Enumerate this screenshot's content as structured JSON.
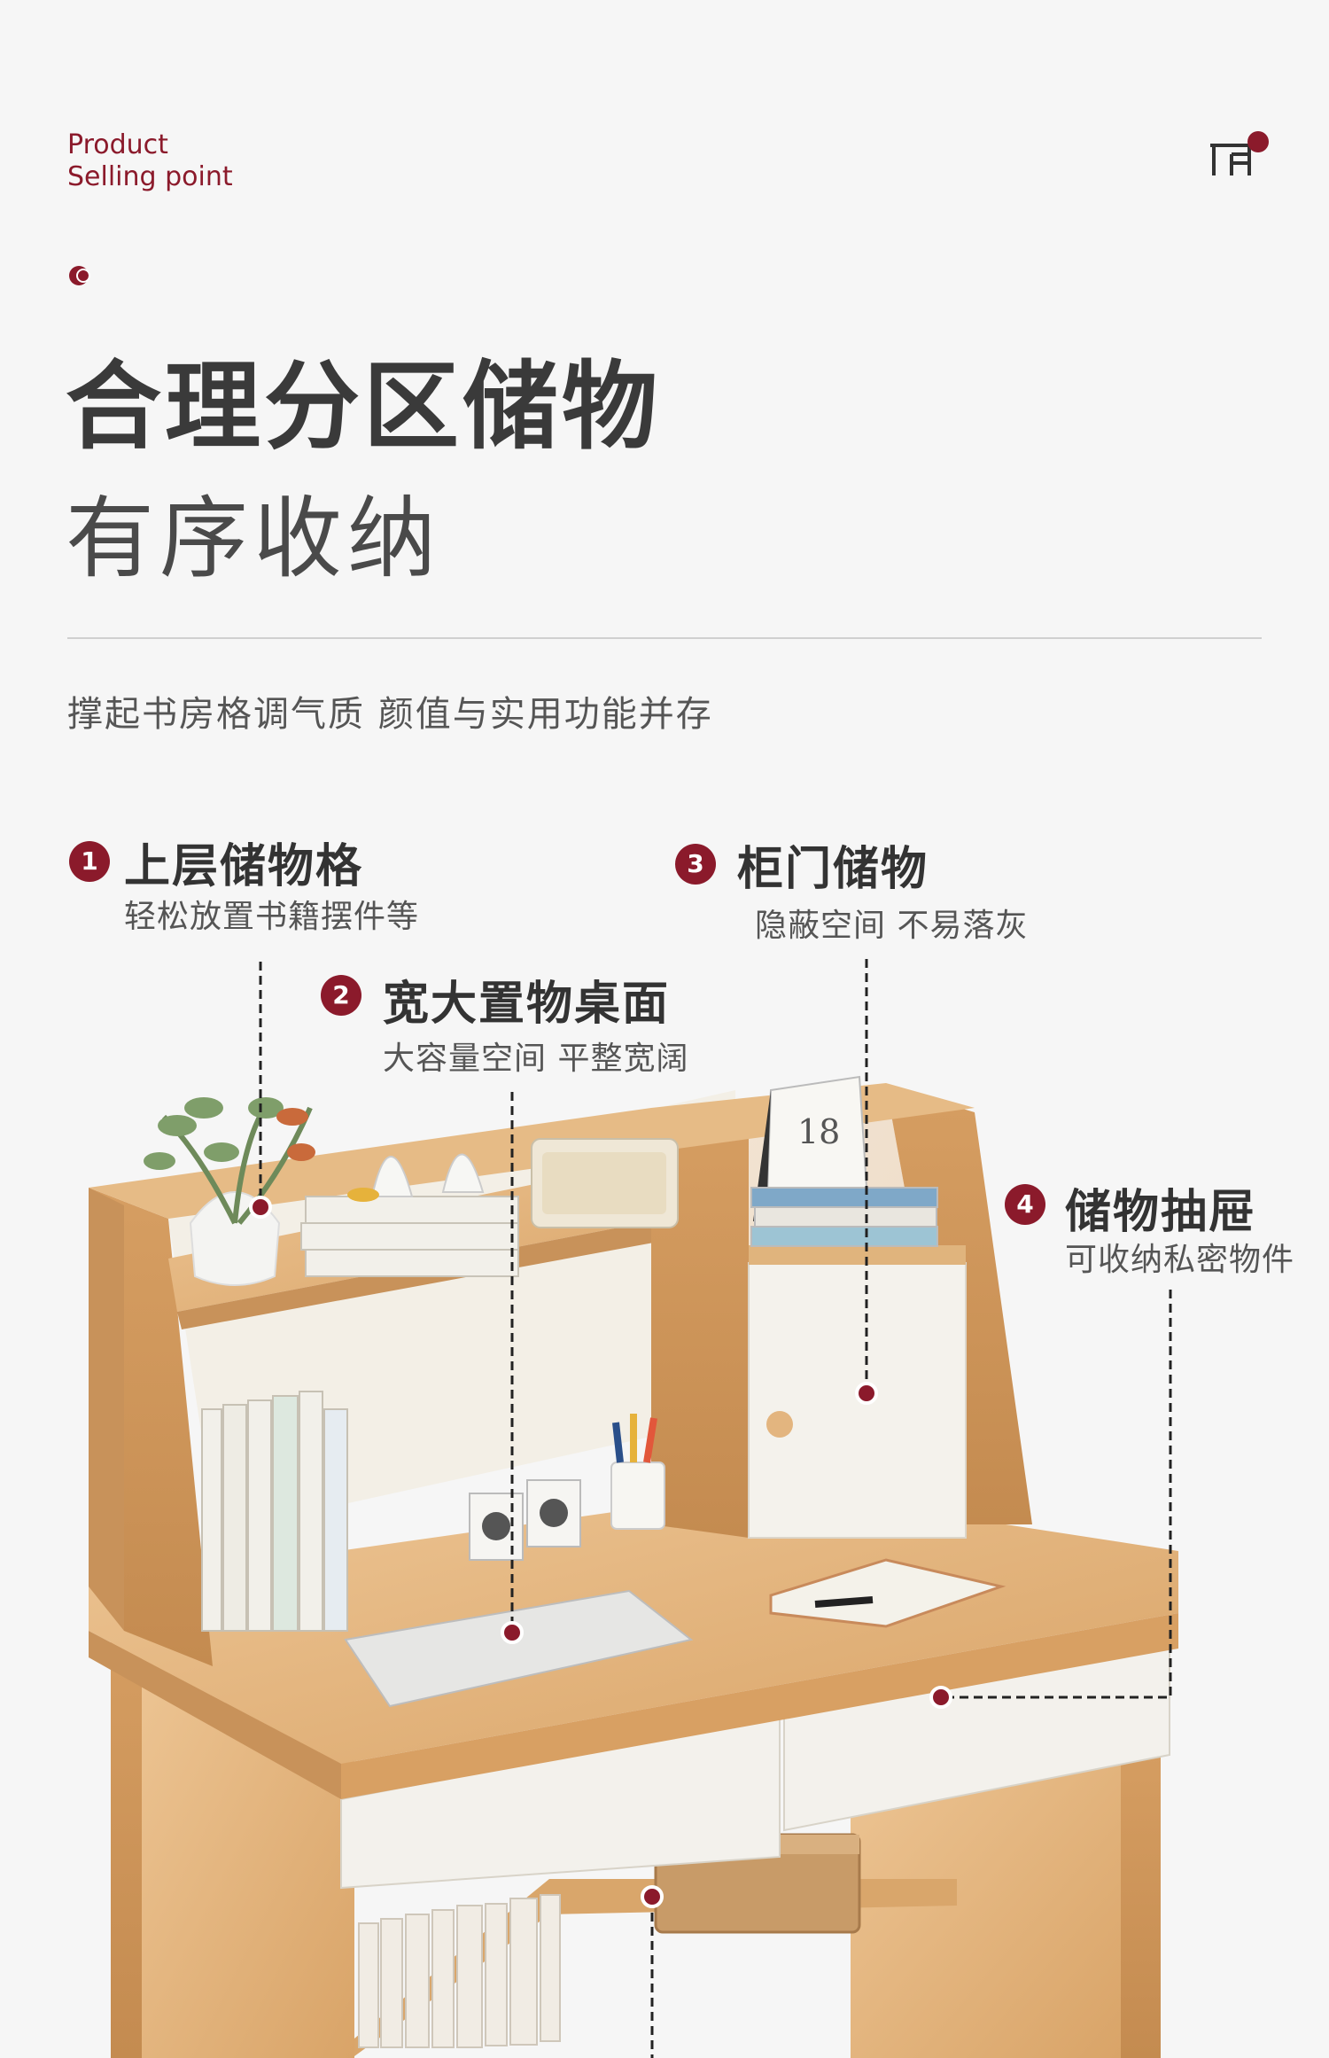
{
  "header": {
    "eyebrow_line1": "Product",
    "eyebrow_line2": "Selling point"
  },
  "headline": {
    "title": "合理分区储物",
    "subtitle": "有序收纳",
    "tagline": "撑起书房格调气质 颜值与实用功能并存"
  },
  "features": [
    {
      "num": "1",
      "title": "上层储物格",
      "desc": "轻松放置书籍摆件等"
    },
    {
      "num": "2",
      "title": "宽大置物桌面",
      "desc": "大容量空间 平整宽阔"
    },
    {
      "num": "3",
      "title": "柜门储物",
      "desc": "隐蔽空间 不易落灰"
    },
    {
      "num": "4",
      "title": "储物抽屉",
      "desc": "可收纳私密物件"
    }
  ],
  "colors": {
    "accent": "#8b1a2b",
    "wood": "#e3b57f",
    "background": "#f6f6f6"
  },
  "icons": [
    "desk-logo-icon",
    "bullet-dot-icon"
  ]
}
